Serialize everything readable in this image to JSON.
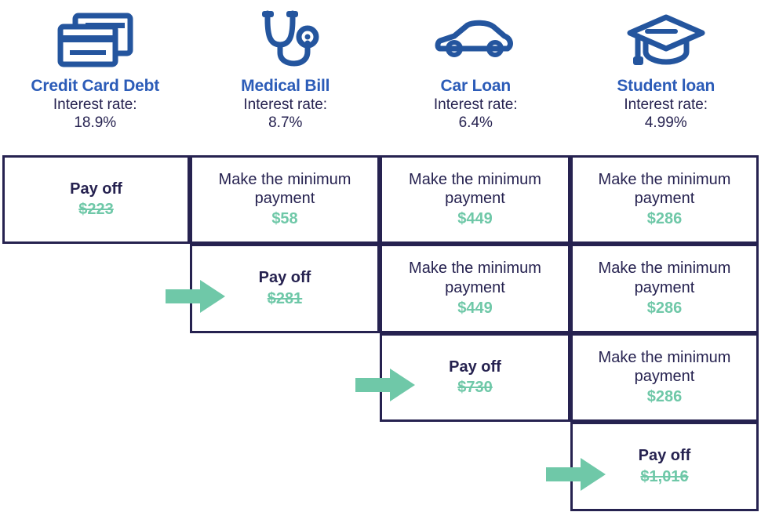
{
  "headers": [
    {
      "icon": "credit-card-icon",
      "title": "Credit Card Debt",
      "rate_label": "Interest rate:",
      "rate": "18.9%"
    },
    {
      "icon": "stethoscope-icon",
      "title": "Medical Bill",
      "rate_label": "Interest rate:",
      "rate": "8.7%"
    },
    {
      "icon": "car-icon",
      "title": "Car Loan",
      "rate_label": "Interest rate:",
      "rate": "6.4%"
    },
    {
      "icon": "graduation-cap-icon",
      "title": "Student loan",
      "rate_label": "Interest rate:",
      "rate": "4.99%"
    }
  ],
  "colors": {
    "heading_blue": "#2C5CB8",
    "icon_blue": "#24559E",
    "navy": "#262250",
    "green": "#6FC8A8",
    "background": "#FFFFFF"
  },
  "labels": {
    "pay_off": "Pay off",
    "minimum_payment": "Make the minimum payment"
  },
  "rows": [
    {
      "row_index": 0,
      "cells": [
        {
          "column": "Credit Card Debt",
          "action": "Pay off",
          "amount": "$223",
          "struck": true,
          "payoff": true,
          "arrow": false
        },
        {
          "column": "Medical Bill",
          "action": "Make the minimum payment",
          "amount": "$58",
          "struck": false,
          "payoff": false,
          "arrow": false
        },
        {
          "column": "Car Loan",
          "action": "Make the minimum payment",
          "amount": "$449",
          "struck": false,
          "payoff": false,
          "arrow": false
        },
        {
          "column": "Student loan",
          "action": "Make the minimum payment",
          "amount": "$286",
          "struck": false,
          "payoff": false,
          "arrow": false
        }
      ]
    },
    {
      "row_index": 1,
      "cells": [
        {
          "column": "Medical Bill",
          "action": "Pay off",
          "amount": "$281",
          "struck": true,
          "payoff": true,
          "arrow": true
        },
        {
          "column": "Car Loan",
          "action": "Make the minimum payment",
          "amount": "$449",
          "struck": false,
          "payoff": false,
          "arrow": false
        },
        {
          "column": "Student loan",
          "action": "Make the minimum payment",
          "amount": "$286",
          "struck": false,
          "payoff": false,
          "arrow": false
        }
      ]
    },
    {
      "row_index": 2,
      "cells": [
        {
          "column": "Car Loan",
          "action": "Pay off",
          "amount": "$730",
          "struck": true,
          "payoff": true,
          "arrow": true
        },
        {
          "column": "Student loan",
          "action": "Make the minimum payment",
          "amount": "$286",
          "struck": false,
          "payoff": false,
          "arrow": false
        }
      ]
    },
    {
      "row_index": 3,
      "cells": [
        {
          "column": "Student loan",
          "action": "Pay off",
          "amount": "$1,016",
          "struck": true,
          "payoff": true,
          "arrow": true
        }
      ]
    }
  ],
  "geometry": {
    "column_edges": [
      3,
      242,
      484,
      727,
      967
    ],
    "row_edges": [
      198,
      311,
      425,
      538,
      652
    ]
  }
}
